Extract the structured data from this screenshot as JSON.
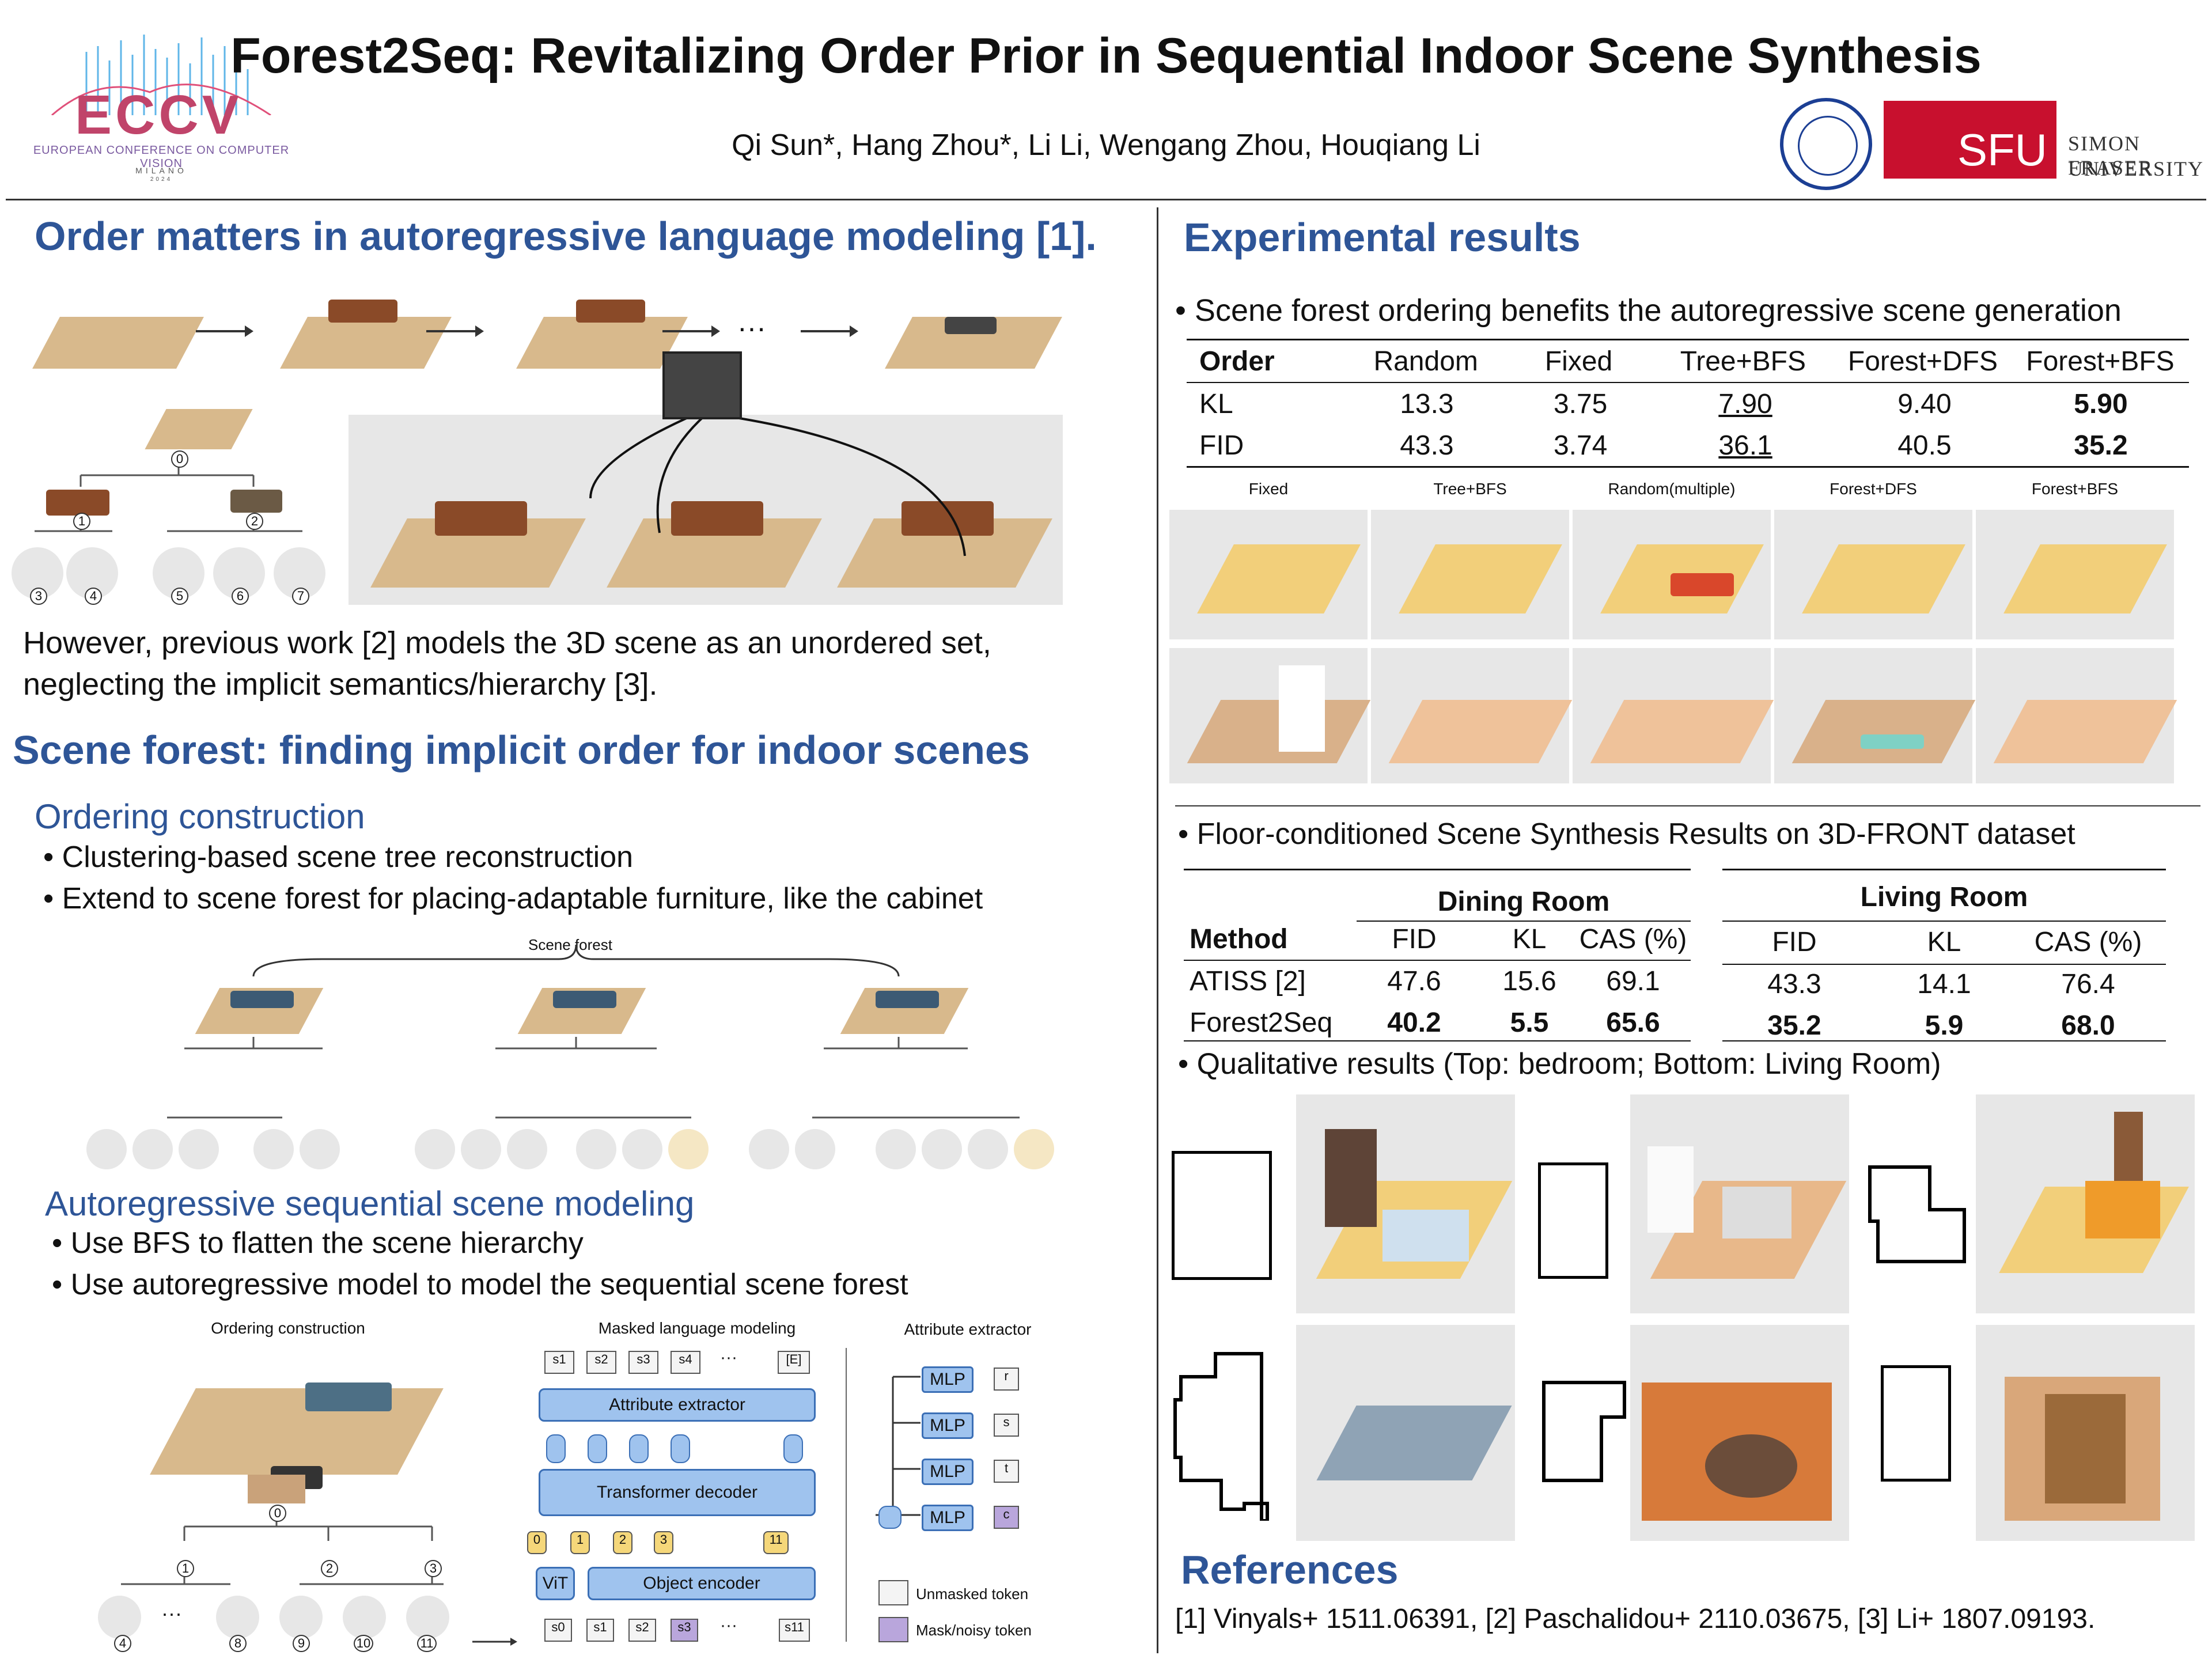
{
  "header": {
    "title": "Forest2Seq: Revitalizing Order Prior in Sequential Indoor Scene Synthesis",
    "authors": "Qi Sun*, Hang Zhou*, Li Li, Wengang Zhou, Houqiang Li",
    "eccv_logo": "ECCV",
    "eccv_sub": "EUROPEAN CONFERENCE ON COMPUTER VISION",
    "eccv_city": "MILANO",
    "eccv_year": "2024",
    "sfu_logo": "SFU",
    "sfu_name_1": "SIMON FRASER",
    "sfu_name_2": "UNIVERSITY"
  },
  "left": {
    "order_heading": "Order matters in autoregressive language modeling [1].",
    "ellipsis": "···",
    "tree_nodes": [
      "0",
      "1",
      "2",
      "3",
      "4",
      "5",
      "6",
      "7"
    ],
    "however_line1": "However, previous work [2] models the 3D scene as an unordered set,",
    "however_line2": "neglecting the implicit semantics/hierarchy [3].",
    "forest_heading": "Scene forest: finding implicit order for indoor scenes",
    "ordering_heading": "Ordering construction",
    "bullets_ordering": [
      "Clustering-based scene tree reconstruction",
      "Extend to scene forest for placing-adaptable furniture, like the cabinet"
    ],
    "scene_forest_label": "Scene forest",
    "ar_heading": "Autoregressive sequential scene modeling",
    "bullets_ar": [
      "Use BFS to flatten the scene hierarchy",
      "Use autoregressive model to model the sequential scene forest"
    ],
    "diagram": {
      "cap_ordering": "Ordering construction",
      "cap_mlm": "Masked language modeling",
      "cap_attr": "Attribute extractor",
      "bottom_nodes": [
        "0",
        "1",
        "2",
        "3",
        "4",
        "8",
        "9",
        "10",
        "11"
      ],
      "attr_block": "Attribute extractor",
      "transformer_block": "Transformer decoder",
      "vit_block": "ViT",
      "encoder_block": "Object encoder",
      "top_tokens": [
        "s1",
        "s2",
        "s3",
        "s4",
        "[E]"
      ],
      "bottom_tokens": [
        "s0",
        "s1",
        "s2",
        "s3",
        "s11"
      ],
      "index_tokens": [
        "0",
        "1",
        "2",
        "3",
        "11"
      ],
      "mlp": "MLP",
      "mlp_outputs": [
        "r",
        "s",
        "t",
        "c"
      ],
      "legend_unmasked": "Unmasked token",
      "legend_masked": "Mask/noisy token"
    }
  },
  "right": {
    "exp_heading": "Experimental results",
    "bullet1": "Scene forest ordering benefits the autoregressive scene generation",
    "table1": {
      "headers": [
        "Order",
        "Random",
        "Fixed",
        "Tree+BFS",
        "Forest+DFS",
        "Forest+BFS"
      ],
      "rows": [
        [
          "KL",
          "13.3",
          "3.75",
          "7.90",
          "9.40",
          "5.90"
        ],
        [
          "FID",
          "43.3",
          "3.74",
          "36.1",
          "40.5",
          "35.2"
        ]
      ]
    },
    "grid_captions": [
      "Fixed",
      "Tree+BFS",
      "Random(multiple)",
      "Forest+DFS",
      "Forest+BFS"
    ],
    "bullet2": "Floor-conditioned Scene Synthesis Results on 3D-FRONT dataset",
    "table2": {
      "group_dining": "Dining Room",
      "group_living": "Living Room",
      "headers_dining": [
        "Method",
        "FID",
        "KL",
        "CAS (%)"
      ],
      "headers_living": [
        "FID",
        "KL",
        "CAS (%)"
      ],
      "rows": [
        [
          "ATISS [2]",
          "47.6",
          "15.6",
          "69.1",
          "43.3",
          "14.1",
          "76.4"
        ],
        [
          "Forest2Seq",
          "40.2",
          "5.5",
          "65.6",
          "35.2",
          "5.9",
          "68.0"
        ]
      ]
    },
    "bullet3": "Qualitative results (Top: bedroom; Bottom: Living Room)",
    "ref_heading": "References",
    "references": "[1] Vinyals+ 1511.06391, [2] Paschalidou+ 2110.03675, [3] Li+ 1807.09193."
  }
}
